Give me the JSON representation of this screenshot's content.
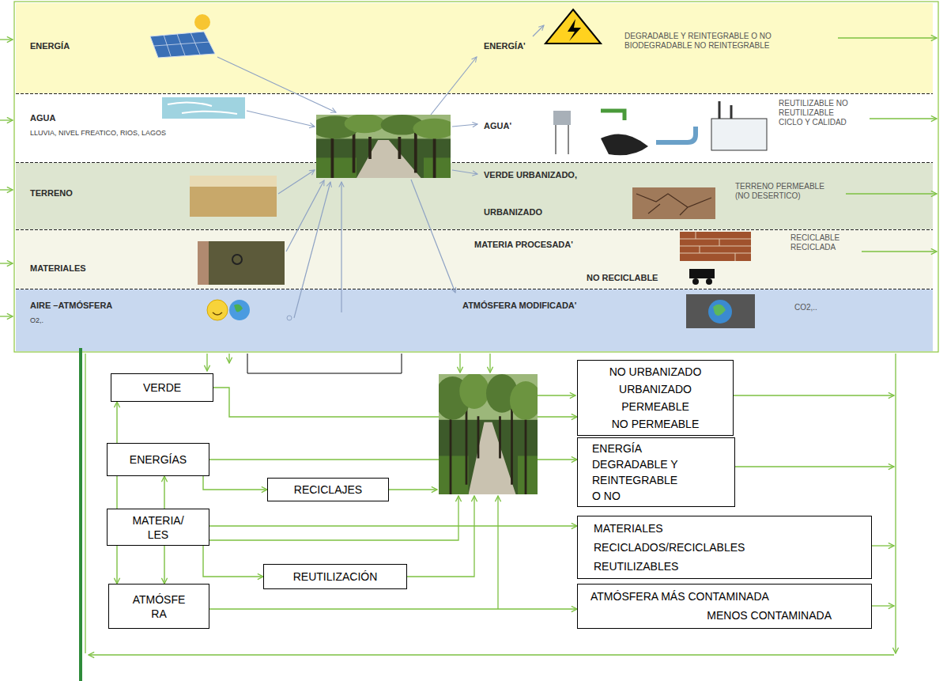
{
  "diagram": {
    "nodes": [
      {
        "text": [
          "ENERGÍA",
          "ENERGÍA'",
          "DEGRADABLE Y REINTEGRABLE O NO BIODEGRADABLE NO REINTEGRABLE"
        ]
      },
      {
        "text": [
          "AGUA",
          "LLUVIA, NIVEL FREATICO, RIOS, LAGOS",
          "AGUA'",
          "REUTILIZABLE NO REUTILIZABLE CICLO Y CALIDAD"
        ]
      },
      {
        "text": [
          "TERRENO",
          "VERDE URBANIZADO,",
          "URBANIZADO",
          "TERRENO PERMEABLE (NO DESERTICO)"
        ]
      },
      {
        "text": [
          "MATERIALES",
          "MATERIA PROCESADA'",
          "RECICLABLE RECICLADA",
          "NO RECICLABLE"
        ]
      },
      {
        "text": [
          "AIRE –ATMÓSFERA",
          "O2,.",
          "ATMÓSFERA MODIFICADA'",
          "CO2,.."
        ]
      },
      {
        "text": [
          "VERDE"
        ]
      },
      {
        "text": [
          "ENERGÍAS"
        ]
      },
      {
        "text": [
          "MATERIA/ LES"
        ]
      },
      {
        "text": [
          "ATMÓSFE RA"
        ]
      },
      {
        "text": [
          "RECICLAJES"
        ]
      },
      {
        "text": [
          "REUTILIZACIÓN"
        ]
      },
      {
        "text": [
          "NO URBANIZADO",
          "URBANIZADO",
          "PERMEABLE",
          "NO PERMEABLE"
        ]
      },
      {
        "text": [
          "ENERGÍA",
          "DEGRADABLE Y REINTEGRABLE",
          "O NO"
        ]
      },
      {
        "text": [
          "MATERIALES",
          "RECICLADOS/RECICLABLES",
          "REUTILIZABLES"
        ]
      },
      {
        "text": [
          "ATMÓSFERA MÁS CONTAMINADA",
          "MENOS CONTAMINADA"
        ]
      }
    ],
    "edges": [
      {
        "from": 5,
        "to": 8,
        "arrow": "both"
      },
      {
        "from": 6,
        "to": 8,
        "arrow": "both"
      },
      {
        "from": 6,
        "to": 9,
        "arrow": "to"
      },
      {
        "from": 7,
        "to": 10,
        "arrow": "to"
      },
      {
        "from": 5,
        "to": 11,
        "arrow": "to"
      },
      {
        "from": 6,
        "to": 12,
        "arrow": "to"
      },
      {
        "from": 7,
        "to": 13,
        "arrow": "to"
      },
      {
        "from": 8,
        "to": 14,
        "arrow": "to"
      }
    ]
  }
}
